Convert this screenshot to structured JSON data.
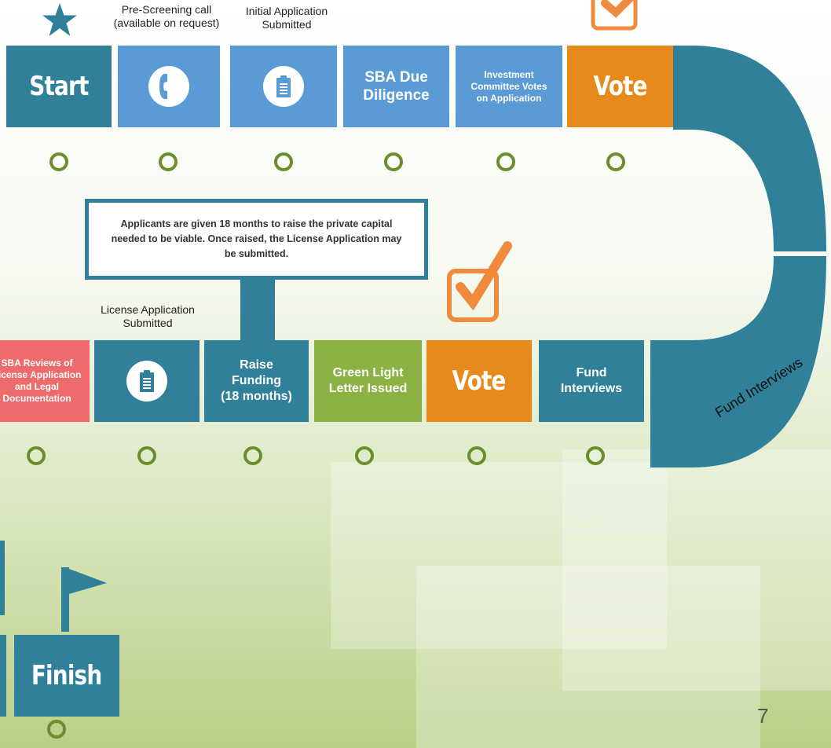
{
  "top_row": {
    "captions": {
      "pre_screening": "Pre-Screening call\n(available on request)",
      "initial_application": "Initial Application\nSubmitted"
    },
    "tiles": {
      "start": "Start",
      "sba_due_diligence": "SBA Due\nDiligence",
      "investment_committee": "Investment\nCommittee Votes\non Application",
      "vote": "Vote"
    }
  },
  "callout": {
    "text": "Applicants are given 18 months to raise the private capital needed to be viable. Once raised, the License Application may be submitted."
  },
  "middle_row": {
    "captions": {
      "license_application": "License Application\nSubmitted"
    },
    "tiles": {
      "sba_reviews": "SBA Reviews of\nLicense Application\nand Legal\nDocumentation",
      "raise_funding": "Raise\nFunding\n(18 months)",
      "green_light": "Green Light\nLetter Issued",
      "vote": "Vote",
      "fund_interviews": "Fund\nInterviews"
    }
  },
  "curve_label": "Fund Interviews",
  "bottom": {
    "finish": "Finish"
  },
  "page_number": "7",
  "colors": {
    "teal": "#2f8098",
    "blue": "#5b9bd5",
    "orange": "#e8891c",
    "green": "#8bb243",
    "pink": "#ee6b6b",
    "ring": "#6a8f2a",
    "checkbox": "#f08a3c"
  },
  "icons": [
    "star-icon",
    "phone-icon",
    "clipboard-icon",
    "checkbox-check-icon",
    "flag-icon"
  ]
}
